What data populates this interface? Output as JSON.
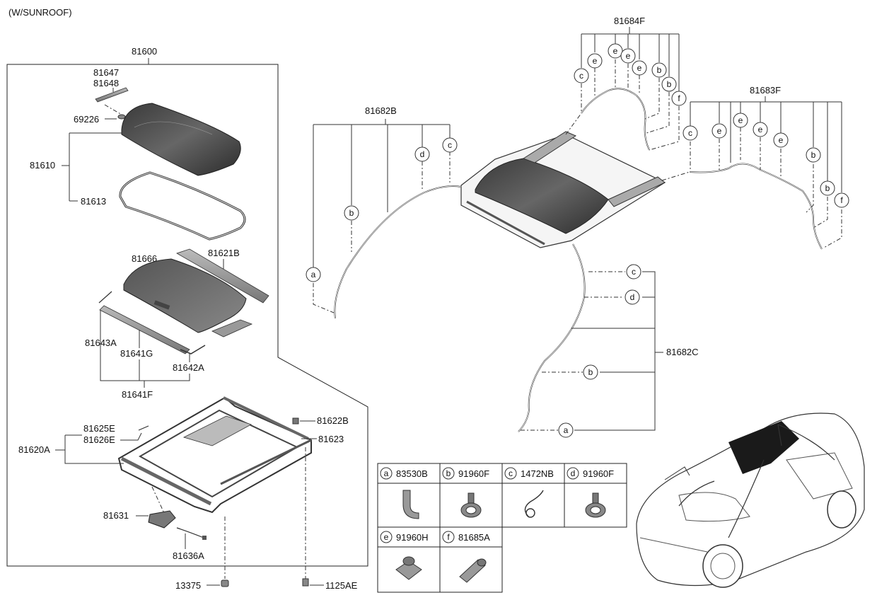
{
  "diagram": {
    "variant_note": "(W/SUNROOF)",
    "parts": {
      "p81600": "81600",
      "p81647": "81647",
      "p81648": "81648",
      "p69226": "69226",
      "p81610": "81610",
      "p81613": "81613",
      "p81666": "81666",
      "p81621B": "81621B",
      "p81643A": "81643A",
      "p81641G": "81641G",
      "p81642A": "81642A",
      "p81641F": "81641F",
      "p81625E": "81625E",
      "p81626E": "81626E",
      "p81620A": "81620A",
      "p81622B": "81622B",
      "p81623": "81623",
      "p81631": "81631",
      "p81636A": "81636A",
      "p13375": "13375",
      "p1125AE": "1125AE",
      "p81682B": "81682B",
      "p81684F": "81684F",
      "p81683F": "81683F",
      "p81682C": "81682C"
    },
    "callouts": {
      "a": "a",
      "b": "b",
      "c": "c",
      "d": "d",
      "e": "e",
      "f": "f"
    },
    "legend": [
      {
        "letter": "a",
        "part": "83530B",
        "icon": "elbow-connector-icon"
      },
      {
        "letter": "b",
        "part": "91960F",
        "icon": "hose-clip-icon"
      },
      {
        "letter": "c",
        "part": "1472NB",
        "icon": "wire-clip-icon"
      },
      {
        "letter": "d",
        "part": "91960F",
        "icon": "hose-clip-icon"
      },
      {
        "letter": "e",
        "part": "91960H",
        "icon": "mounting-clip-icon"
      },
      {
        "letter": "f",
        "part": "81685A",
        "icon": "drain-valve-icon"
      }
    ]
  }
}
